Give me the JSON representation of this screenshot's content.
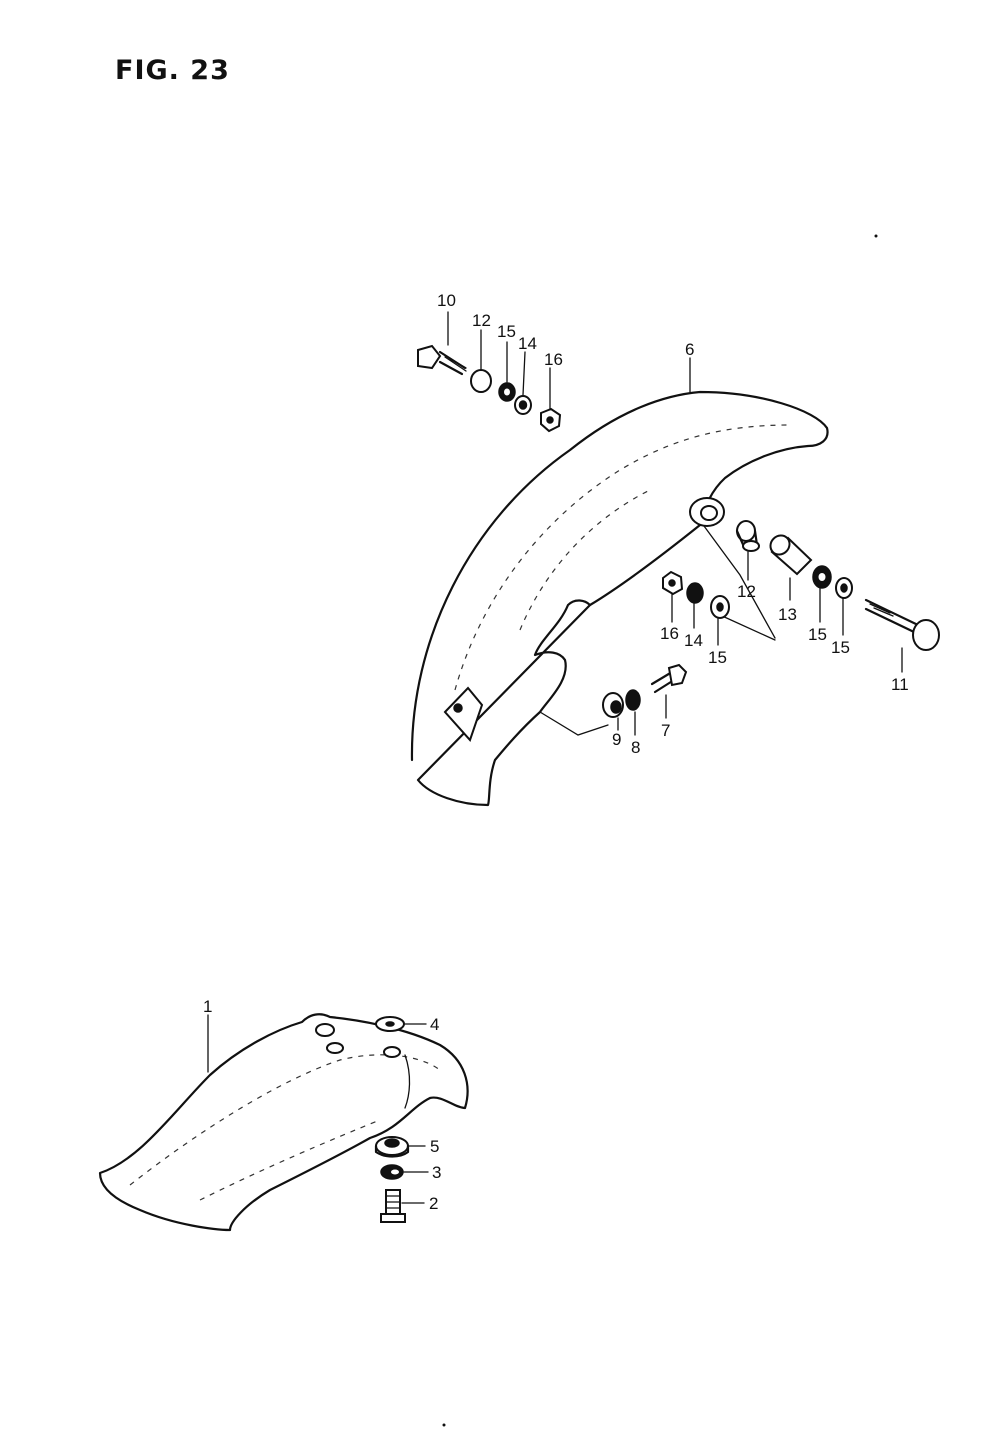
{
  "figure": {
    "title": "FIG. 23"
  },
  "callouts": {
    "c1": "1",
    "c2": "2",
    "c3": "3",
    "c4": "4",
    "c5": "5",
    "c6": "6",
    "c7": "7",
    "c8": "8",
    "c9": "9",
    "c10": "10",
    "c11": "11",
    "c12a": "12",
    "c12b": "12",
    "c13": "13",
    "c14a": "14",
    "c14b": "14",
    "c15a": "15",
    "c15b": "15",
    "c15c": "15",
    "c15d": "15",
    "c16a": "16",
    "c16b": "16"
  }
}
